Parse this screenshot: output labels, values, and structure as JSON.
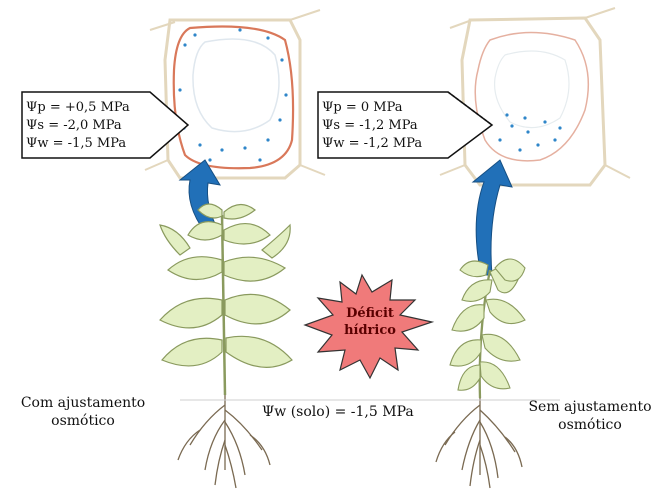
{
  "left_box": {
    "lines": [
      "Ψp = +0,5 MPa",
      "Ψs = -2,0 MPa",
      "Ψw = -1,5 MPa"
    ]
  },
  "right_box": {
    "lines": [
      "Ψp = 0 MPa",
      "Ψs = -1,2 MPa",
      "Ψw = -1,2 MPa"
    ]
  },
  "burst": {
    "line1": "Déficit",
    "line2": "hídrico"
  },
  "left_plant_label": {
    "line1": "Com ajustamento",
    "line2": "osmótico"
  },
  "right_plant_label": {
    "line1": "Sem ajustamento",
    "line2": "osmótico"
  },
  "soil_label": "Ψw (solo) = -1,5 MPa",
  "colors": {
    "cell_wall": "#e8dcc4",
    "cell_membrane": "#d9785a",
    "solute_dot": "#2f86c9",
    "arrow_blue": "#1f6fb3",
    "leaf_fill": "#e3efc3",
    "leaf_stroke": "#8a9a5e",
    "burst_fill": "#f07a7a",
    "root_color": "#7a6a52"
  }
}
